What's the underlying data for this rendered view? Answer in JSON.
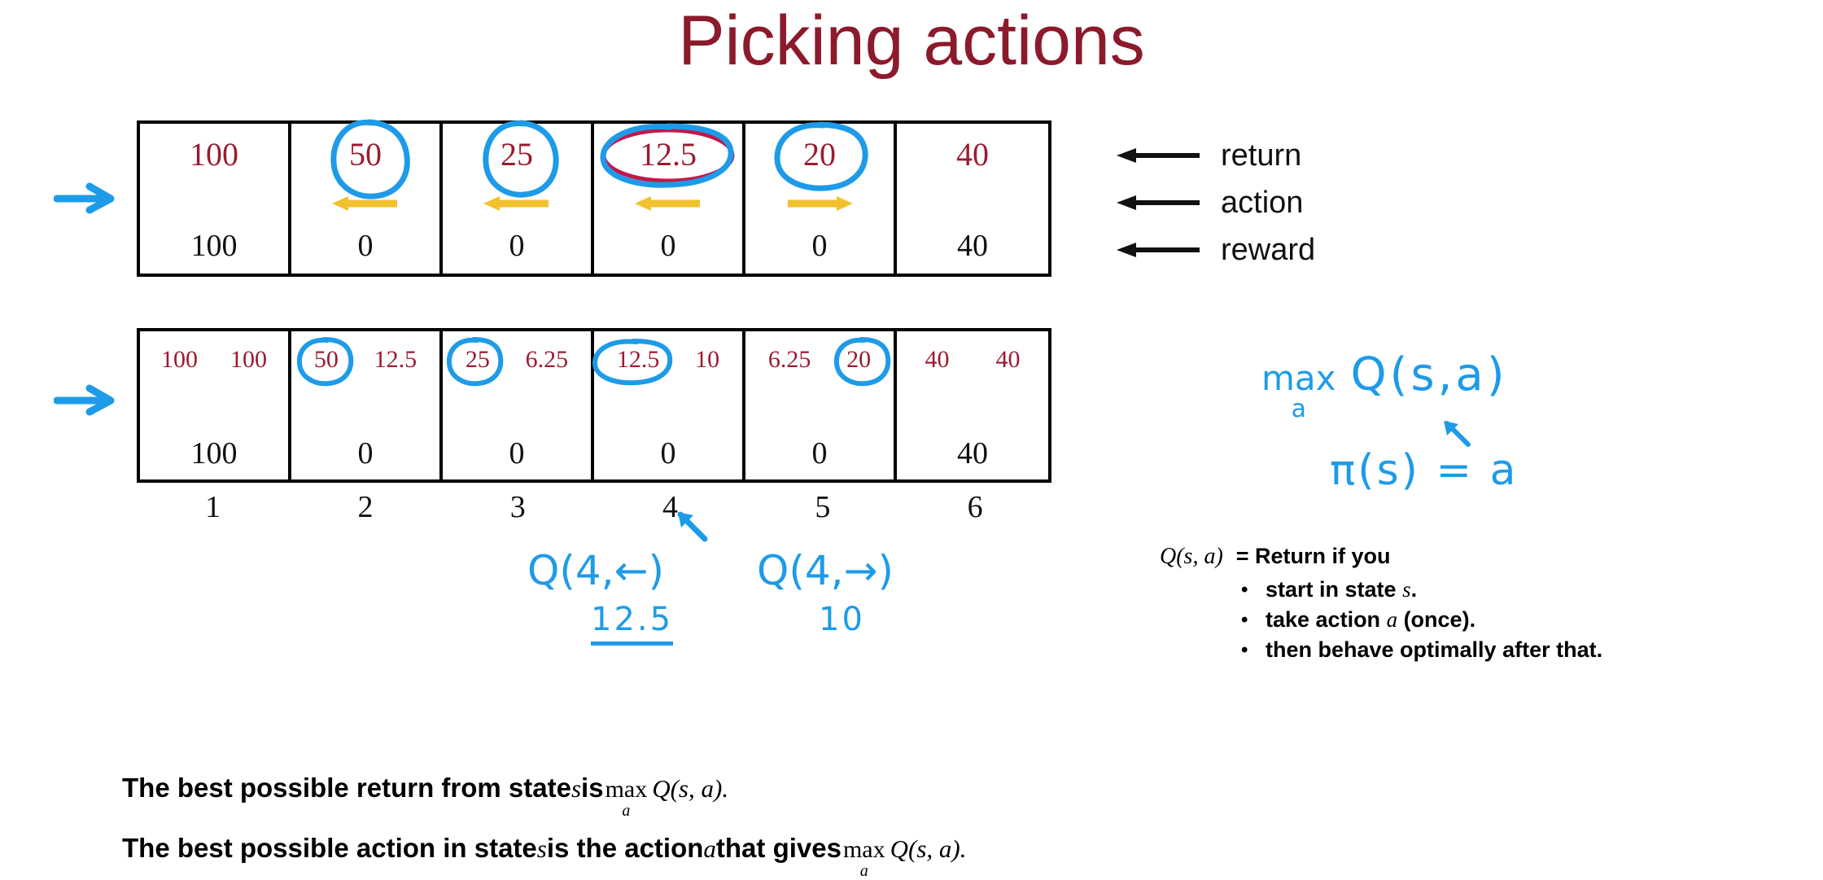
{
  "title": "Picking actions",
  "colors": {
    "title": "#8B1A2B",
    "return_value": "#9B1B30",
    "reward_value": "#111111",
    "action_arrow": "#F2C12E",
    "annotation_blue": "#1E9BE8",
    "grid_border": "#000000"
  },
  "table_returns": {
    "name": "returns-table",
    "cells": [
      {
        "state": "1",
        "return": "100",
        "reward": "100",
        "action": "none",
        "circled": false
      },
      {
        "state": "2",
        "return": "50",
        "reward": "0",
        "action": "left",
        "circled": true
      },
      {
        "state": "3",
        "return": "25",
        "reward": "0",
        "action": "left",
        "circled": true
      },
      {
        "state": "4",
        "return": "12.5",
        "reward": "0",
        "action": "left",
        "circled": true
      },
      {
        "state": "5",
        "return": "20",
        "reward": "0",
        "action": "right",
        "circled": true
      },
      {
        "state": "6",
        "return": "40",
        "reward": "40",
        "action": "none",
        "circled": false
      }
    ]
  },
  "table_q": {
    "name": "q-values-table",
    "cells": [
      {
        "state": "1",
        "q_left": "100",
        "q_right": "100",
        "reward": "100",
        "circled": "none"
      },
      {
        "state": "2",
        "q_left": "50",
        "q_right": "12.5",
        "reward": "0",
        "circled": "left"
      },
      {
        "state": "3",
        "q_left": "25",
        "q_right": "6.25",
        "reward": "0",
        "circled": "left"
      },
      {
        "state": "4",
        "q_left": "12.5",
        "q_right": "10",
        "reward": "0",
        "circled": "left"
      },
      {
        "state": "5",
        "q_left": "6.25",
        "q_right": "20",
        "reward": "0",
        "circled": "right"
      },
      {
        "state": "6",
        "q_left": "40",
        "q_right": "40",
        "reward": "40",
        "circled": "none"
      }
    ]
  },
  "state_labels": [
    "1",
    "2",
    "3",
    "4",
    "5",
    "6"
  ],
  "legend": {
    "rows": [
      {
        "icon": "arrow-left-icon",
        "label": "return"
      },
      {
        "icon": "arrow-left-icon",
        "label": "action"
      },
      {
        "icon": "arrow-left-icon",
        "label": "reward"
      }
    ]
  },
  "annotations": {
    "q4_left": {
      "expr": "Q(4,←)",
      "value": "12.5",
      "underlined": true
    },
    "q4_right": {
      "expr": "Q(4,→)",
      "value": "10",
      "underlined": false
    },
    "max_q": {
      "op": "max",
      "subscript": "a",
      "expr": "Q(s,a)"
    },
    "policy": "π(s) = a"
  },
  "q_definition": {
    "symbol": "Q(s, a)",
    "equals": "= Return if you",
    "bullets": [
      {
        "pre": "start in state ",
        "ital": "s",
        "post": "."
      },
      {
        "pre": "take action ",
        "ital": "a",
        "post": " (once)."
      },
      {
        "pre": "then behave optimally after that.",
        "ital": "",
        "post": ""
      }
    ]
  },
  "statements": {
    "line1": {
      "part1": "The best possible return from state ",
      "var1": "s",
      "part2": " is ",
      "max_top": "max",
      "max_bot": "a",
      "expr": "Q(s, a)."
    },
    "line2": {
      "part1": "The best possible action in state ",
      "var1": "s",
      "part2": " is the action ",
      "var2": "a",
      "part3": " that gives ",
      "max_top": "max",
      "max_bot": "a",
      "expr": "Q(s, a)."
    }
  }
}
